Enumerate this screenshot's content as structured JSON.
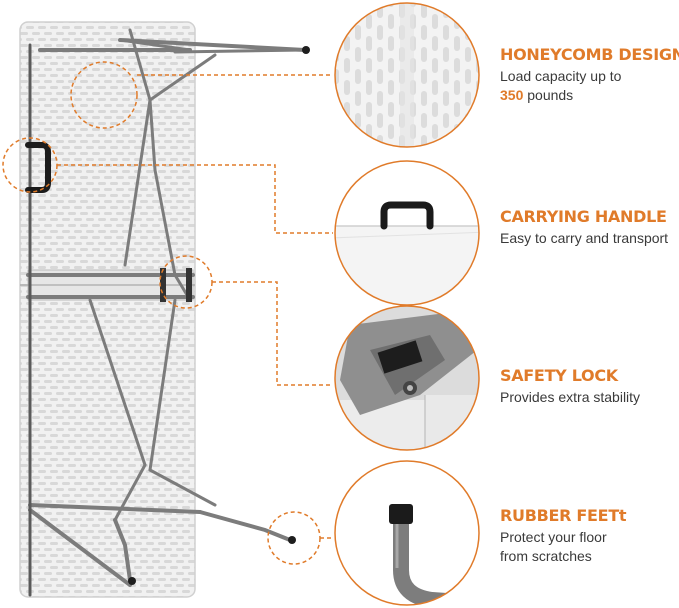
{
  "accent_color": "#e07b2a",
  "features": [
    {
      "title": "HONEYCOMB DESIGN",
      "desc_pre": "Load capacity up to",
      "desc_highlight": "350",
      "desc_post": "pounds"
    },
    {
      "title": "CARRYING HANDLE",
      "desc_lines": [
        "Easy to carry and transport"
      ]
    },
    {
      "title": "SAFETY LOCK",
      "desc_lines": [
        "Provides extra stability"
      ]
    },
    {
      "title": "RUBBER FEETt",
      "desc_lines": [
        "Protect your floor",
        "from scratches"
      ]
    }
  ]
}
